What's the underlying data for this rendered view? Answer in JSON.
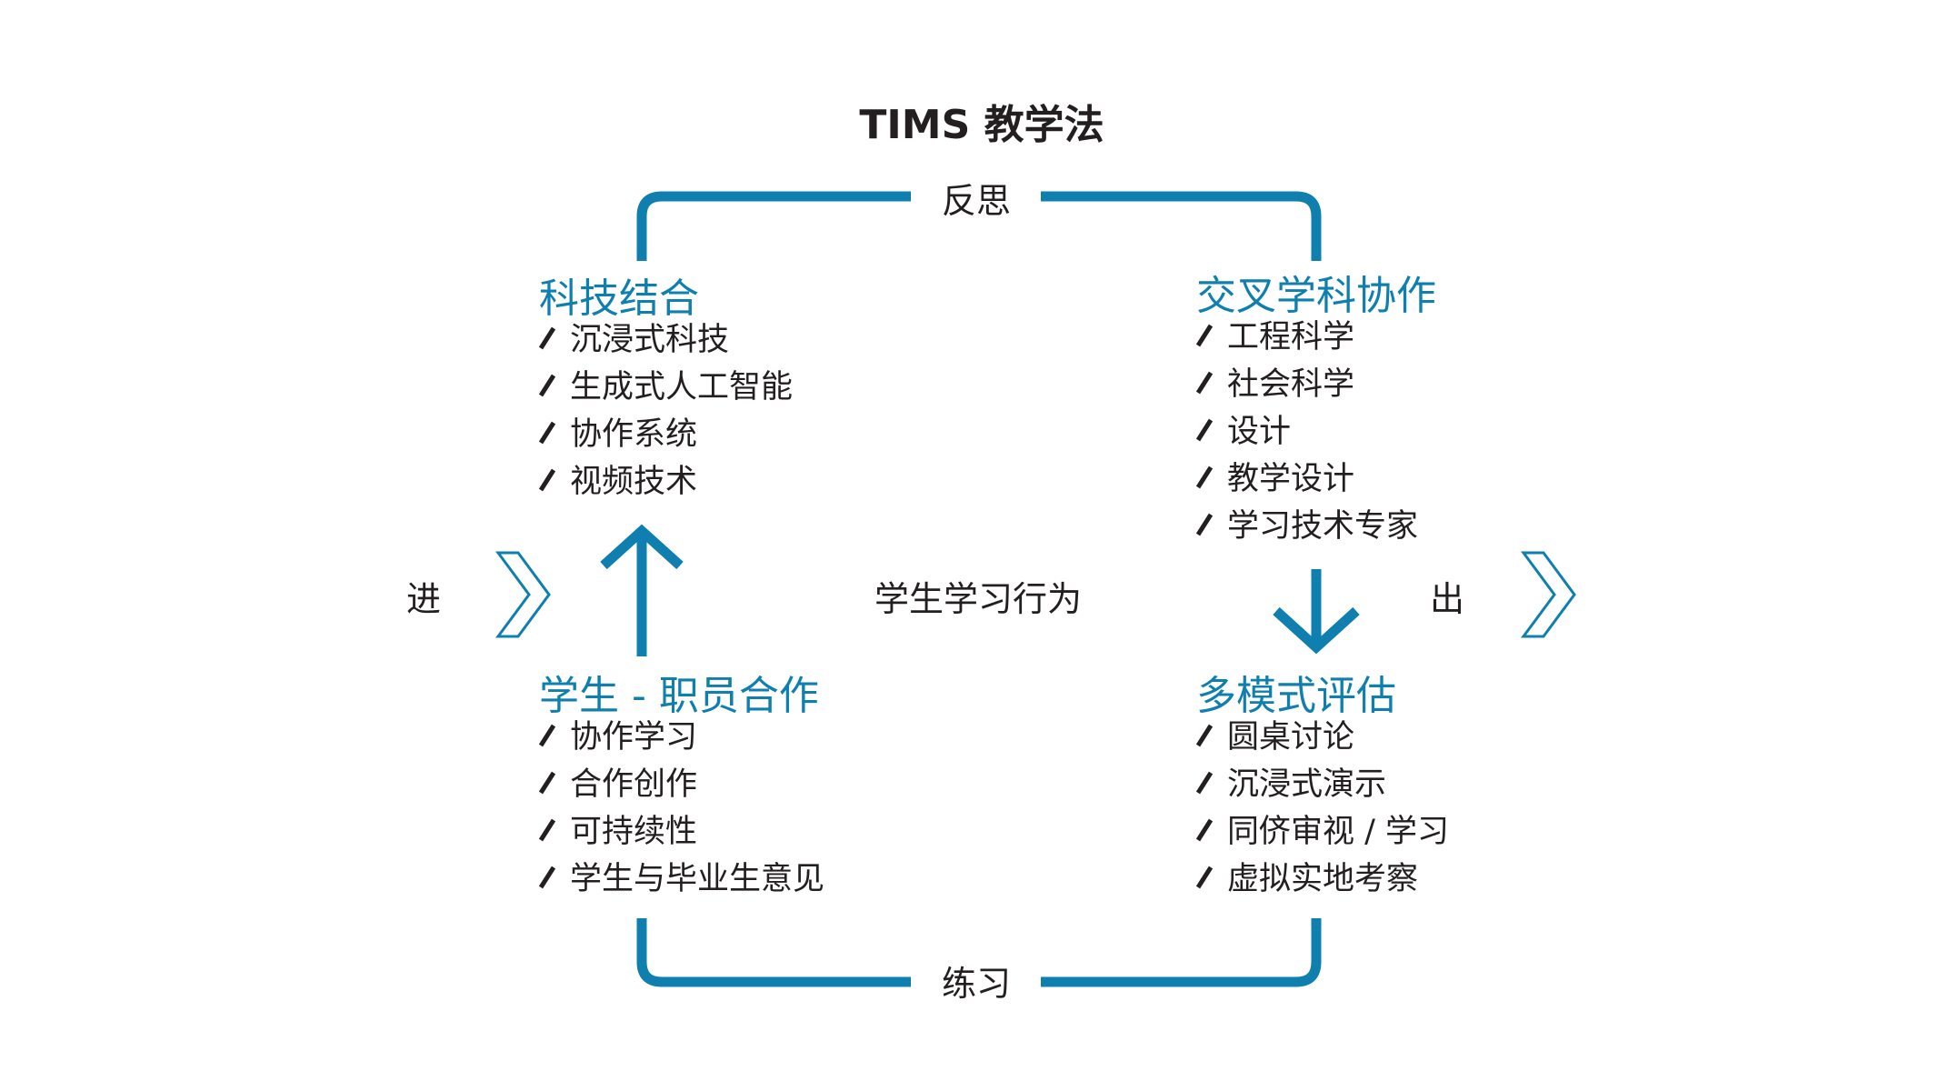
{
  "title": "TIMS 教学法",
  "cycle": {
    "top_label": "反思",
    "bottom_label": "练习",
    "center_label": "学生学习行为"
  },
  "flow": {
    "in_label": "进",
    "out_label": "出"
  },
  "quadrants": {
    "top_left": {
      "heading": "科技结合",
      "items": [
        "沉浸式科技",
        "生成式人工智能",
        "协作系统",
        "视频技术"
      ]
    },
    "top_right": {
      "heading": "交叉学科协作",
      "items": [
        "工程科学",
        "社会科学",
        "设计",
        "教学设计",
        "学习技术专家"
      ]
    },
    "bottom_left": {
      "heading": "学生 - 职员合作",
      "items": [
        "协作学习",
        "合作创作",
        "可持续性",
        "学生与毕业生意见"
      ]
    },
    "bottom_right": {
      "heading": "多模式评估",
      "items": [
        "圆桌讨论",
        "沉浸式演示",
        "同侪审视 / 学习",
        "虚拟实地考察"
      ]
    }
  },
  "colors": {
    "accent": "#0e7fae",
    "text": "#231f20"
  },
  "icons": {
    "bullet": "slash-bullet-icon",
    "in_arrow": "chevron-right-icon",
    "out_arrow": "chevron-right-icon",
    "up_arrow": "arrow-up-icon",
    "down_arrow": "arrow-down-icon"
  }
}
